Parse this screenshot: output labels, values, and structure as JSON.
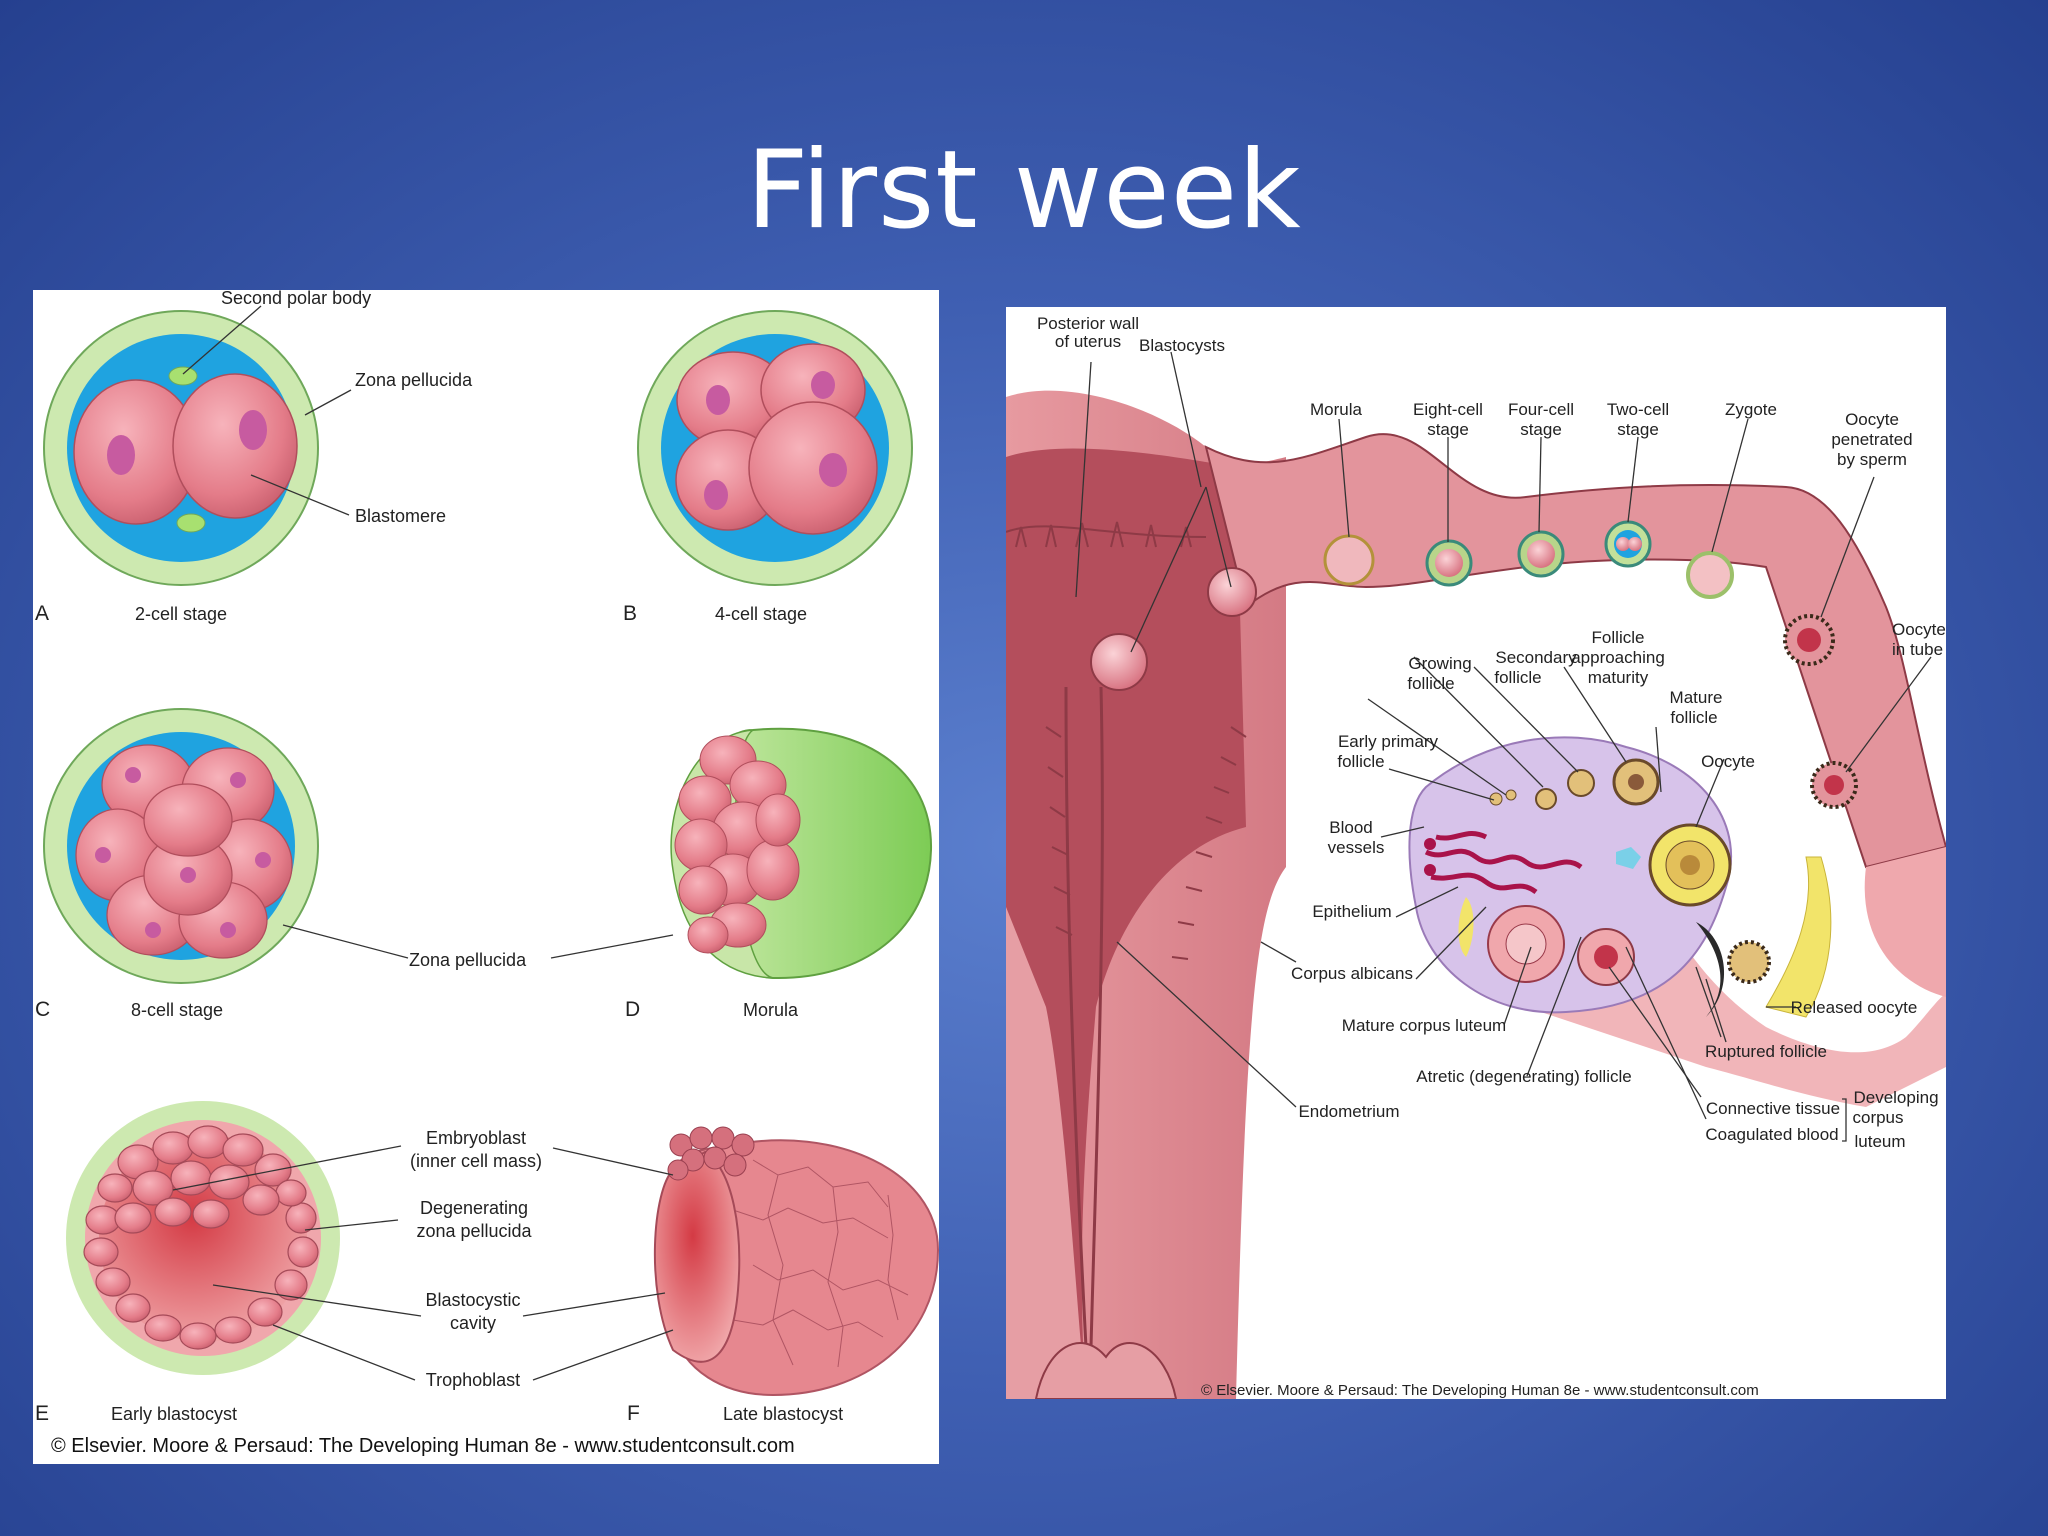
{
  "slide": {
    "title": "First week"
  },
  "left_panel": {
    "labels": {
      "second_polar_body": "Second polar body",
      "zona_pellucida_top": "Zona pellucida",
      "blastomere": "Blastomere",
      "zona_pellucida_mid": "Zona pellucida",
      "embryoblast_1": "Embryoblast",
      "embryoblast_2": "(inner cell mass)",
      "degenerating_1": "Degenerating",
      "degenerating_2": "zona pellucida",
      "blastocystic_1": "Blastocystic",
      "blastocystic_2": "cavity",
      "trophoblast": "Trophoblast"
    },
    "stages": [
      {
        "letter": "A",
        "caption": "2-cell stage"
      },
      {
        "letter": "B",
        "caption": "4-cell stage"
      },
      {
        "letter": "C",
        "caption": "8-cell stage"
      },
      {
        "letter": "D",
        "caption": "Morula"
      },
      {
        "letter": "E",
        "caption": "Early blastocyst"
      },
      {
        "letter": "F",
        "caption": "Late blastocyst"
      }
    ],
    "copyright": "© Elsevier. Moore & Persaud: The Developing Human 8e - www.studentconsult.com"
  },
  "right_panel": {
    "labels": {
      "posterior_1": "Posterior wall",
      "posterior_2": "of uterus",
      "blastocysts": "Blastocysts",
      "morula": "Morula",
      "eight_1": "Eight-cell",
      "eight_2": "stage",
      "four_1": "Four-cell",
      "four_2": "stage",
      "two_1": "Two-cell",
      "two_2": "stage",
      "zygote": "Zygote",
      "oocyte_pen_1": "Oocyte",
      "oocyte_pen_2": "penetrated",
      "oocyte_pen_3": "by sperm",
      "oocyte_tube_1": "Oocyte",
      "oocyte_tube_2": "in tube",
      "follicle_app_1": "Follicle",
      "follicle_app_2": "approaching",
      "follicle_app_3": "maturity",
      "growing_1": "Growing",
      "growing_2": "follicle",
      "secondary_1": "Secondary",
      "secondary_2": "follicle",
      "mature_1": "Mature",
      "mature_2": "follicle",
      "early_primary_1": "Early primary",
      "early_primary_2": "follicle",
      "oocyte": "Oocyte",
      "blood_1": "Blood",
      "blood_2": "vessels",
      "epithelium": "Epithelium",
      "corpus_albicans": "Corpus albicans",
      "mature_corpus": "Mature corpus luteum",
      "released": "Released oocyte",
      "ruptured": "Ruptured follicle",
      "atretic": "Atretic (degenerating) follicle",
      "endometrium": "Endometrium",
      "connective": "Connective tissue",
      "coagulated": "Coagulated blood",
      "developing_1": "Developing",
      "developing_2": "corpus",
      "developing_3": "luteum"
    },
    "copyright": "© Elsevier. Moore & Persaud: The Developing Human 8e - www.studentconsult.com"
  },
  "colors": {
    "background": "#3f5fb2",
    "zona": "#c8e6a8",
    "fluid": "#1fa3e0",
    "cell": "#e8828e",
    "nucleus": "#c75ba0",
    "uterus": "#c96e78",
    "ovary": "#d7c3ea"
  }
}
